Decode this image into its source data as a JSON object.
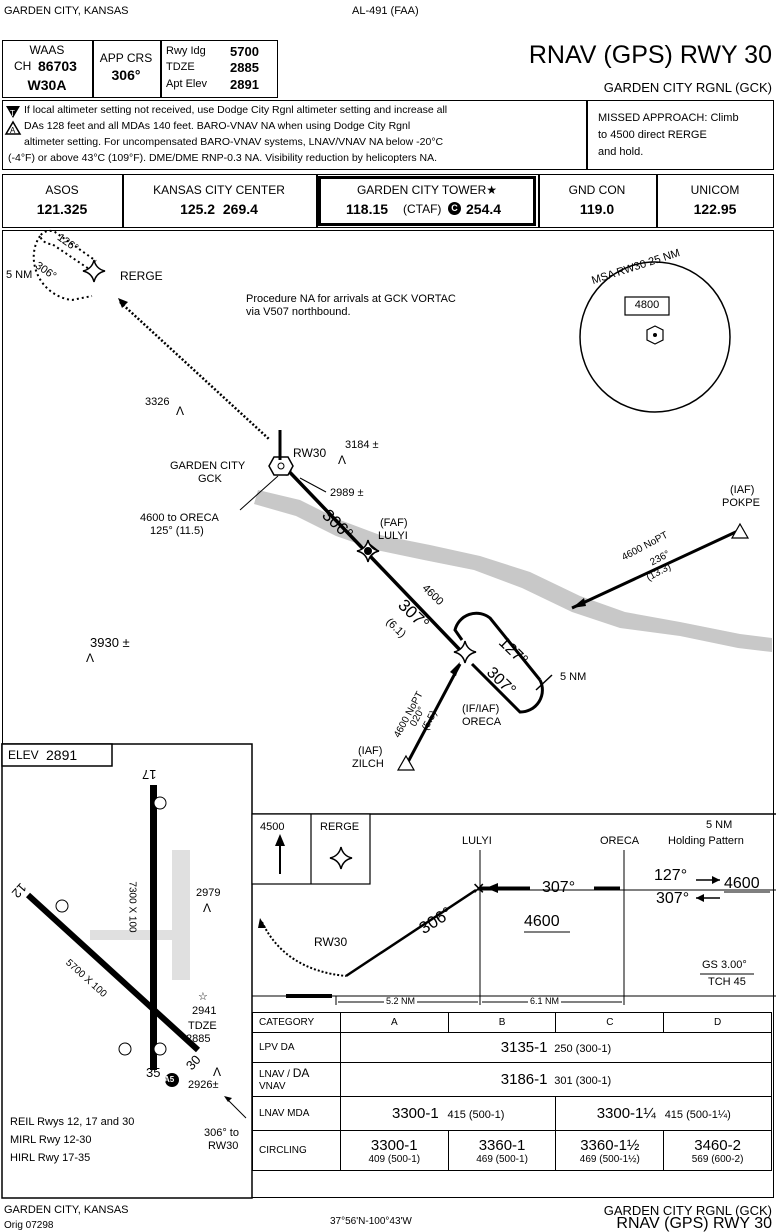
{
  "header": {
    "location": "GARDEN CITY, KANSAS",
    "procedure_id": "AL-491 (FAA)",
    "title": "RNAV (GPS) RWY 30",
    "airport": "GARDEN CITY RGNL (GCK)"
  },
  "info": {
    "waas_label": "WAAS",
    "ch_label": "CH",
    "ch_value": "86703",
    "waas_id": "W30A",
    "app_crs_label": "APP CRS",
    "app_crs_value": "306°",
    "rwy_ldg_label": "Rwy Idg",
    "rwy_ldg_value": "5700",
    "tdze_label": "TDZE",
    "tdze_value": "2885",
    "apt_elev_label": "Apt Elev",
    "apt_elev_value": "2891"
  },
  "notes": {
    "line1": "If local altimeter setting not received, use Dodge City Rgnl altimeter setting and increase all",
    "line2": "DAs 128 feet and all MDAs 140 feet.  BARO-VNAV NA when using Dodge City Rgnl",
    "line3": "altimeter setting.  For uncompensated BARO-VNAV systems, LNAV/VNAV NA below -20°C",
    "line4": "(-4°F) or above 43°C (109°F).  DME/DME RNP-0.3 NA.  Visibility reduction by helicopters NA.",
    "missed1": "MISSED APPROACH:  Climb",
    "missed2": "to 4500 direct RERGE",
    "missed3": "and hold."
  },
  "comms": [
    {
      "name": "ASOS",
      "freq": "121.325"
    },
    {
      "name": "KANSAS CITY CENTER",
      "freq": "125.2  269.4"
    },
    {
      "name": "GARDEN CITY TOWER★",
      "freq_a": "118.15",
      "freq_b": "(CTAF)",
      "freq_c": "254.4"
    },
    {
      "name": "GND CON",
      "freq": "119.0"
    },
    {
      "name": "UNICOM",
      "freq": "122.95"
    }
  ],
  "plan": {
    "hold_126": "126°",
    "hold_306": "306°",
    "hold_5nm": "5 NM",
    "rerge": "RERGE",
    "procedure_na1": "Procedure NA for arrivals at GCK VORTAC",
    "procedure_na2": "via V507 northbound.",
    "msa_label": "MSA RW30 25 NM",
    "msa_alt": "4800",
    "obs_3326": "3326",
    "obs_3184": "3184 ±",
    "obs_2989": "2989 ±",
    "obs_3930": "3930 ±",
    "rw30": "RW30",
    "garden_city": "GARDEN CITY",
    "gck": "GCK",
    "to_oreca1": "4600 to ORECA",
    "to_oreca2": "125° (11.5)",
    "crs_306": "306°",
    "faf": "(FAF)",
    "lulyi": "LULYI",
    "alt_4600": "4600",
    "crs_307": "307°",
    "dist_61": "(6.1)",
    "crs_127": "127°",
    "crs_307b": "307°",
    "hold_5nm_b": "5 NM",
    "iaf": "(IAF)",
    "pokpe": "POKPE",
    "pokpe_alt": "4600 NoPT",
    "pokpe_crs": "236°",
    "pokpe_dist": "(13.3)",
    "zilch_iaf": "(IAF)",
    "zilch": "ZILCH",
    "zilch_alt": "4600 NoPT",
    "zilch_crs": "020°",
    "zilch_dist": "(5.5)",
    "oreca_iaf": "(IF/IAF)",
    "oreca": "ORECA"
  },
  "airport_diagram": {
    "elev_label": "ELEV",
    "elev_value": "2891",
    "rwy17": "17",
    "rwy12": "12",
    "rwy30": "30",
    "rwy35": "35",
    "rwy_dims_a": "7300 X 100",
    "rwy_dims_b": "5700 X 100",
    "obs_2979": "2979",
    "obs_2941": "2941",
    "tdze_label": "TDZE",
    "tdze_value": "2885",
    "obs_2926": "2926±",
    "a5": "A5",
    "to_rw30_a": "306° to",
    "to_rw30_b": "RW30",
    "lights1": "REIL Rwys 12, 17 and 30",
    "lights2": "MIRL Rwy 12-30",
    "lights3": "HIRL Rwy  17-35"
  },
  "profile": {
    "alt_4500": "4500",
    "rerge": "RERGE",
    "lulyi": "LULYI",
    "oreca": "ORECA",
    "hold_a": "5 NM",
    "hold_b": "Holding Pattern",
    "crs_127": "127°",
    "crs_307a": "307°",
    "crs_307b": "307°",
    "crs_306": "306°",
    "alt_4600a": "4600",
    "alt_4600b": "4600",
    "rw30": "RW30",
    "gs": "GS 3.00°",
    "tch": "TCH 45",
    "dist_a": "5.2 NM",
    "dist_b": "6.1 NM"
  },
  "minimums": {
    "headers": [
      "CATEGORY",
      "A",
      "B",
      "C",
      "D"
    ],
    "lpv_label": "LPV  DA",
    "lpv_main": "3135-1",
    "lpv_sub": "250 (300-1)",
    "lnav_vnav_label_a": "LNAV /",
    "lnav_vnav_label_b": "VNAV",
    "lnav_vnav_da": "DA",
    "lnav_vnav_main": "3186-1",
    "lnav_vnav_sub": "301 (300-1)",
    "lnav_label": "LNAV MDA",
    "lnav_ab_main": "3300-1",
    "lnav_ab_sub": "415 (500-1)",
    "lnav_cd_main": "3300-1¼",
    "lnav_cd_sub": "415 (500-1¼)",
    "circling_label": "CIRCLING",
    "circ": [
      {
        "main": "3300-1",
        "sub": "409 (500-1)"
      },
      {
        "main": "3360-1",
        "sub": "469 (500-1)"
      },
      {
        "main": "3360-1½",
        "sub": "469 (500-1½)"
      },
      {
        "main": "3460-2",
        "sub": "569 (600-2)"
      }
    ]
  },
  "footer": {
    "location": "GARDEN CITY, KANSAS",
    "amendment": "Orig  07298",
    "coords": "37°56'N-100°43'W",
    "airport": "GARDEN CITY RGNL (GCK)",
    "title": "RNAV (GPS) RWY 30"
  }
}
